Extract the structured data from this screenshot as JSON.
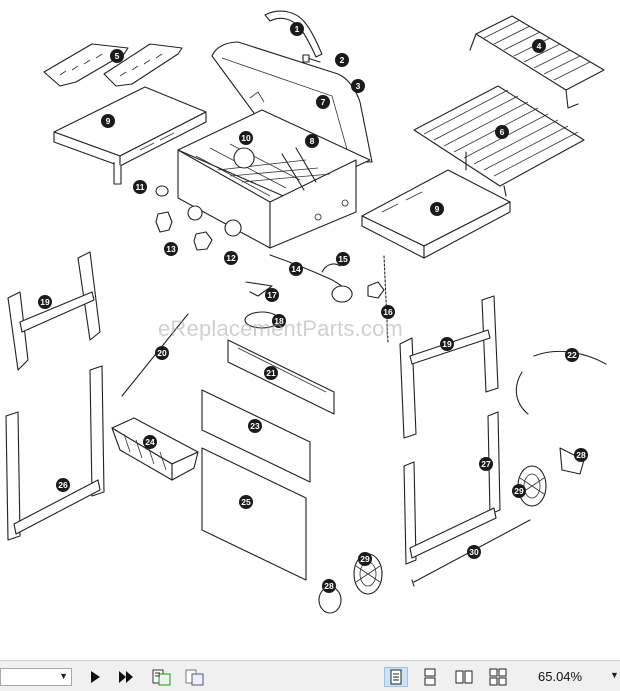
{
  "diagram": {
    "callouts": [
      "1",
      "2",
      "3",
      "4",
      "5",
      "6",
      "7",
      "8",
      "9",
      "9",
      "10",
      "11",
      "12",
      "13",
      "14",
      "15",
      "16",
      "17",
      "18",
      "19",
      "19",
      "20",
      "21",
      "22",
      "23",
      "24",
      "25",
      "26",
      "27",
      "28",
      "28",
      "29",
      "29",
      "30"
    ],
    "watermark": "eReplacementParts.com"
  },
  "toolbar": {
    "page_field_value": "",
    "zoom_value": "65.04%",
    "icons": [
      "play-icon",
      "last-page-icon",
      "export-icon",
      "import-icon",
      "single-page-icon",
      "continuous-icon",
      "facing-icon",
      "continuous-facing-icon",
      "dropdown-arrow-icon"
    ]
  }
}
